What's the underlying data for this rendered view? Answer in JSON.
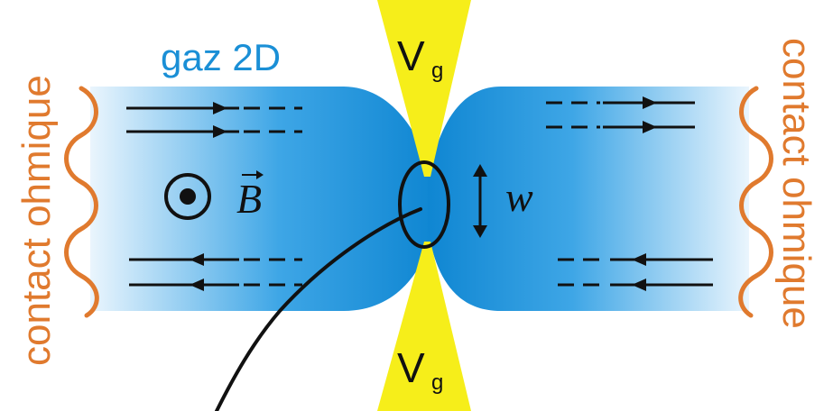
{
  "labels": {
    "contact_left": "contact ohmique",
    "contact_right": "contact ohmique",
    "gas_label": "gaz 2D",
    "gate_top": "V",
    "gate_top_sub": "g",
    "gate_bottom": "V",
    "gate_bottom_sub": "g",
    "field_symbol": "B",
    "width_symbol": "w"
  },
  "colors": {
    "contact_orange": "#e07a2e",
    "gas_blue": "#1a8fd6",
    "gas_light": "#e6f3fc",
    "gate_yellow": "#f6ee1a",
    "line_black": "#111111"
  }
}
